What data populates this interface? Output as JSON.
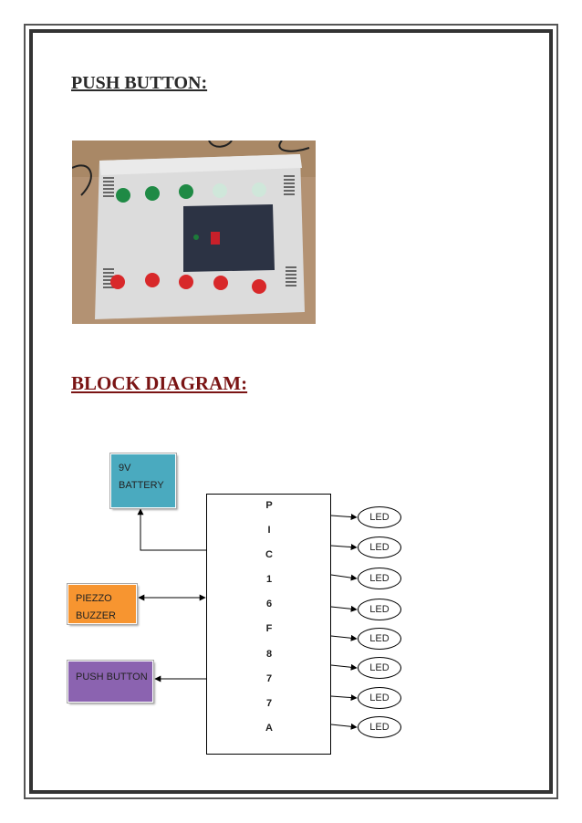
{
  "headings": {
    "push_button": "PUSH BUTTON:",
    "block_diagram": "BLOCK DIAGRAM:"
  },
  "diagram": {
    "battery": [
      "9V",
      "BATTERY"
    ],
    "buzzer": [
      "PIEZZO",
      "BUZZER"
    ],
    "push_button": "PUSH BUTTON",
    "pic_letters": [
      "P",
      "I",
      "C",
      "1",
      "6",
      "F",
      "8",
      "7",
      "7",
      "A"
    ],
    "leds": [
      "LED",
      "LED",
      "LED",
      "LED",
      "LED",
      "LED",
      "LED",
      "LED"
    ]
  },
  "colors": {
    "battery": "#4aaabf",
    "buzzer": "#f79530",
    "push_button": "#8b63b0",
    "block_heading": "#7a1414"
  }
}
